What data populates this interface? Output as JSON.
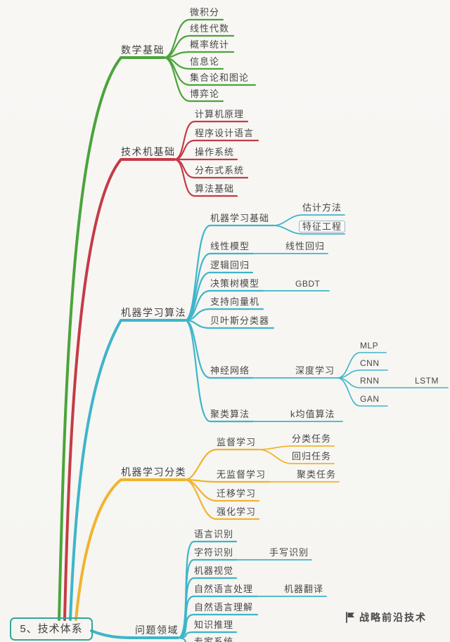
{
  "root": {
    "label": "5、技术体系",
    "border_color": "#2fa89a"
  },
  "watermark": {
    "label": "战略前沿技术",
    "icon": "flag-icon"
  },
  "branches": [
    {
      "label": "数学基础",
      "color": "#4ba43b",
      "children": [
        {
          "label": "微积分"
        },
        {
          "label": "线性代数"
        },
        {
          "label": "概率统计"
        },
        {
          "label": "信息论"
        },
        {
          "label": "集合论和图论"
        },
        {
          "label": "博弈论"
        }
      ]
    },
    {
      "label": "技术机基础",
      "color": "#c43b46",
      "children": [
        {
          "label": "计算机原理"
        },
        {
          "label": "程序设计语言"
        },
        {
          "label": "操作系统"
        },
        {
          "label": "分布式系统"
        },
        {
          "label": "算法基础"
        }
      ]
    },
    {
      "label": "机器学习算法",
      "color": "#3eb5c9",
      "children": [
        {
          "label": "机器学习基础",
          "children": [
            {
              "label": "估计方法"
            },
            {
              "label": "特征工程",
              "selected": true
            }
          ]
        },
        {
          "label": "线性模型",
          "children": [
            {
              "label": "线性回归"
            }
          ]
        },
        {
          "label": "逻辑回归"
        },
        {
          "label": "决策树模型",
          "children": [
            {
              "label": "GBDT"
            }
          ]
        },
        {
          "label": "支持向量机"
        },
        {
          "label": "贝叶斯分类器"
        },
        {
          "label": "神经网络",
          "children": [
            {
              "label": "深度学习",
              "children": [
                {
                  "label": "MLP"
                },
                {
                  "label": "CNN"
                },
                {
                  "label": "RNN",
                  "children": [
                    {
                      "label": "LSTM"
                    }
                  ]
                },
                {
                  "label": "GAN"
                }
              ]
            }
          ]
        },
        {
          "label": "聚类算法",
          "children": [
            {
              "label": "k均值算法"
            }
          ]
        }
      ]
    },
    {
      "label": "机器学习分类",
      "color": "#f1b32e",
      "children": [
        {
          "label": "监督学习",
          "children": [
            {
              "label": "分类任务"
            },
            {
              "label": "回归任务"
            }
          ]
        },
        {
          "label": "无监督学习",
          "children": [
            {
              "label": "聚类任务"
            }
          ]
        },
        {
          "label": "迁移学习"
        },
        {
          "label": "强化学习"
        }
      ]
    },
    {
      "label": "问题领域",
      "color": "#3eb5c9",
      "children": [
        {
          "label": "语言识别"
        },
        {
          "label": "字符识别",
          "children": [
            {
              "label": "手写识别"
            }
          ]
        },
        {
          "label": "机器视觉"
        },
        {
          "label": "自然语言处理",
          "children": [
            {
              "label": "机器翻译"
            }
          ]
        },
        {
          "label": "自然语言理解"
        },
        {
          "label": "知识推理"
        },
        {
          "label": "专家系统"
        }
      ]
    }
  ]
}
